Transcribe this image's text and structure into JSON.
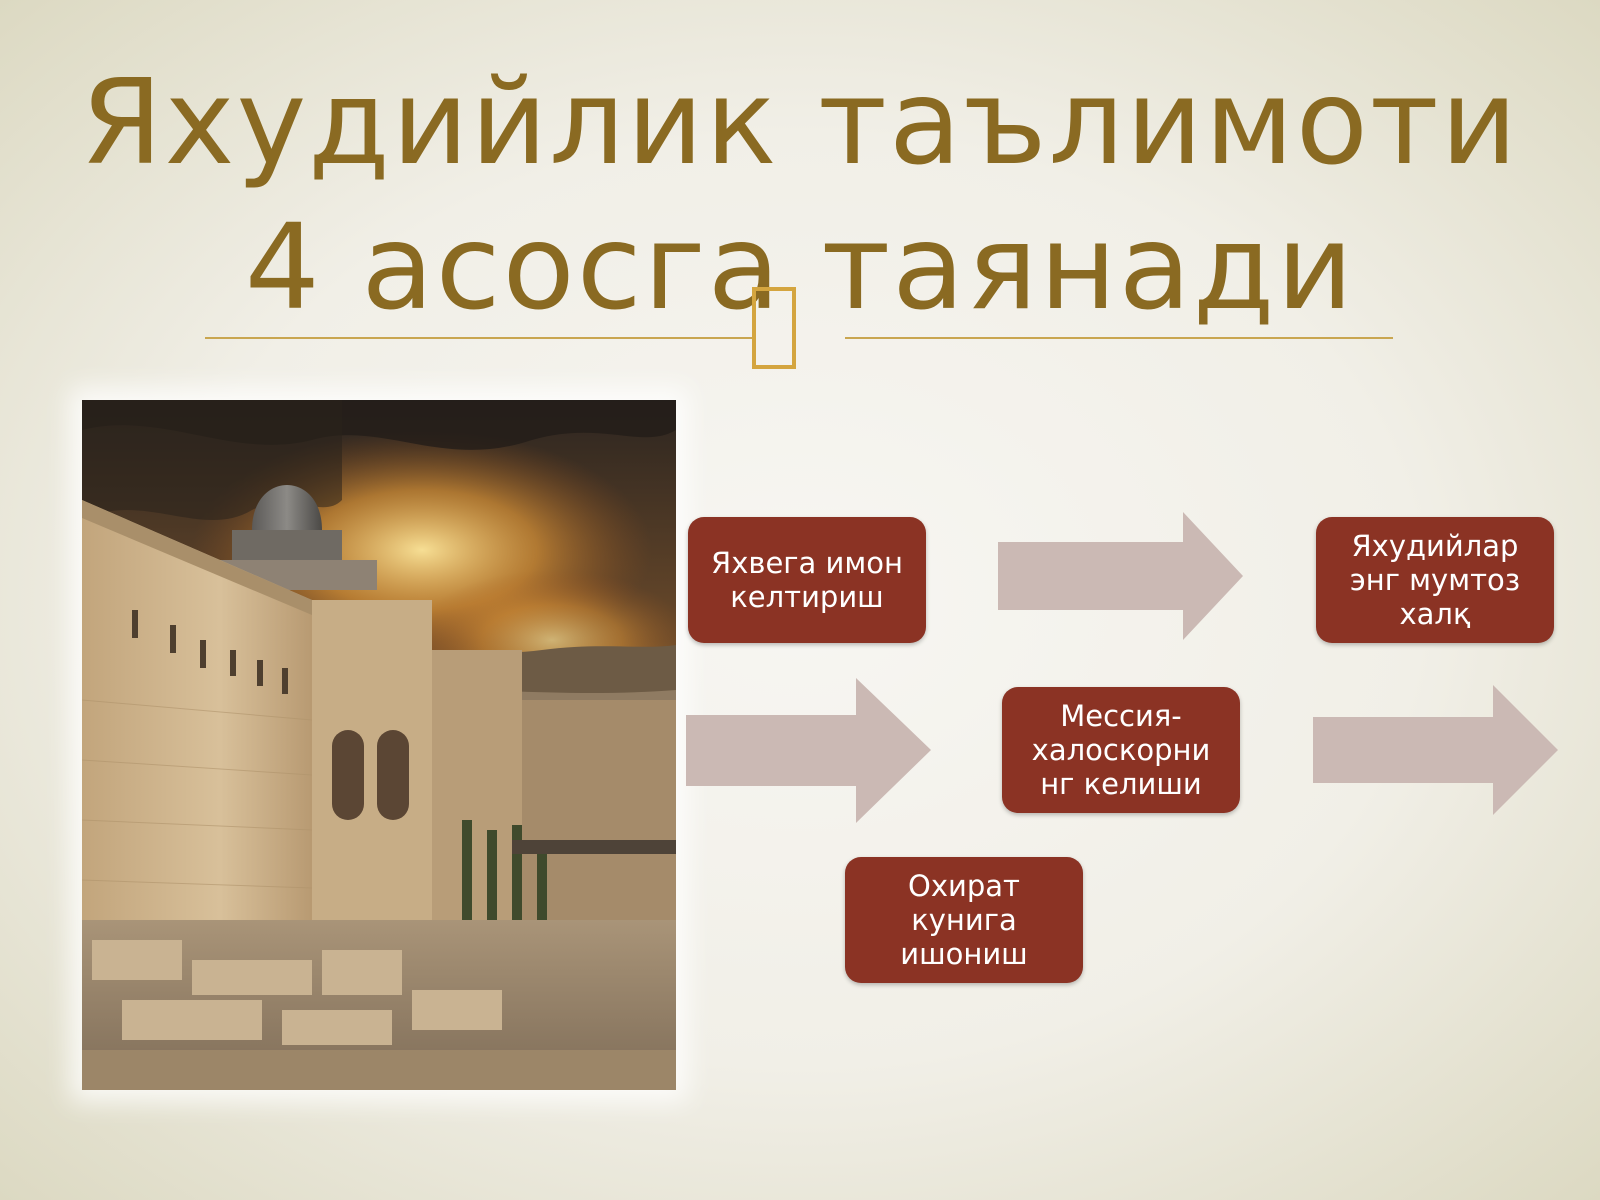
{
  "slide": {
    "title_line1": "Яхудийлик таълимоти",
    "title_line2": "4 асосга таянади",
    "ornament_color": "#d4a53f",
    "title_color": "#8a6a22"
  },
  "diagram": {
    "box_color": "#8b3324",
    "arrow_color": "#cbb9b4",
    "nodes": [
      {
        "id": "faith-yahweh",
        "label": "Яхвега имон\nкелтириш"
      },
      {
        "id": "chosen-people",
        "label": "Яхудийлар\nэнг мумтоз\nхалқ"
      },
      {
        "id": "messiah",
        "label": "Мессия-\nхалоскорни\nнг келиши"
      },
      {
        "id": "judgement-day",
        "label": "Охират\nкунига\nишониш"
      }
    ]
  },
  "image": {
    "subject": "Jerusalem old city wall with domed building under a fiery sky"
  }
}
